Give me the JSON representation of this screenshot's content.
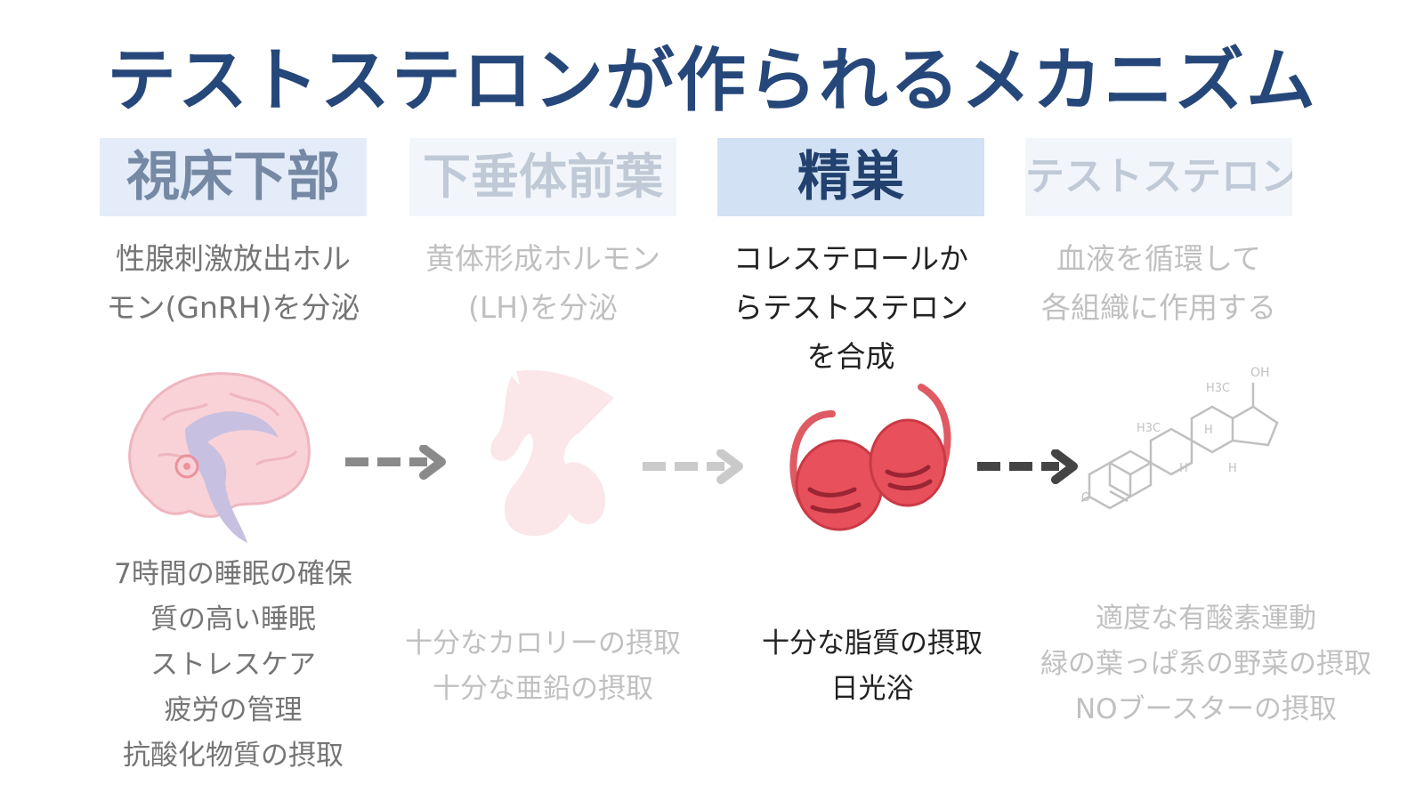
{
  "title": "テストステロンが作られるメカニズム",
  "stages": [
    {
      "name": "視床下部",
      "description": "性腺刺激放出ホル\nモン(GnRH)を分泌",
      "tips": [
        "7時間の睡眠の確保",
        "質の高い睡眠",
        "ストレスケア",
        "疲労の管理",
        "抗酸化物質の摂取"
      ]
    },
    {
      "name": "下垂体前葉",
      "description": "黄体形成ホルモン\n(LH)を分泌",
      "tips": [
        "十分なカロリーの摂取",
        "十分な亜鉛の摂取"
      ]
    },
    {
      "name": "精巣",
      "description": "コレステロールか\nらテストステロン\nを合成",
      "tips": [
        "十分な脂質の摂取",
        "日光浴"
      ]
    },
    {
      "name": "テストステロン",
      "description": "血液を循環して\n各組織に作用する",
      "tips": [
        "適度な有酸素運動",
        "緑の葉っぱ系の野菜の摂取",
        "NOブースターの摂取"
      ]
    }
  ],
  "molecule_labels": {
    "oh": "OH",
    "h3c_top": "H3C",
    "h3c_left": "H3C",
    "h": "H",
    "o": "O"
  },
  "colors": {
    "title": "#26477a",
    "header_bg": "#d2e1f4",
    "arrow": "#444444",
    "testis": "#e8505b"
  }
}
